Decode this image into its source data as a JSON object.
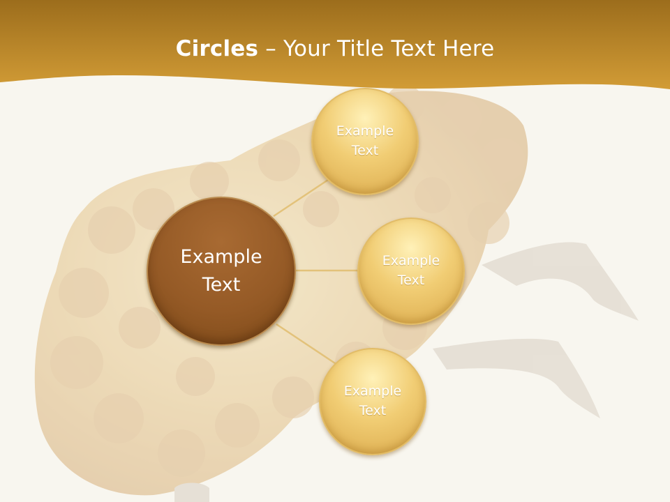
{
  "slide": {
    "title_bold": "Circles",
    "title_rest": " – Your Title Text Here"
  },
  "diagram": {
    "center": {
      "label": "Example\nText"
    },
    "satellites": [
      {
        "label": "Example\nText"
      },
      {
        "label": "Example\nText"
      },
      {
        "label": "Example\nText"
      }
    ]
  },
  "colors": {
    "header": "#c9932f",
    "center_fill": "#955a26",
    "satellite_fill": "#efc86c",
    "connector": "#e3c27a",
    "background": "#f8f6ef"
  }
}
